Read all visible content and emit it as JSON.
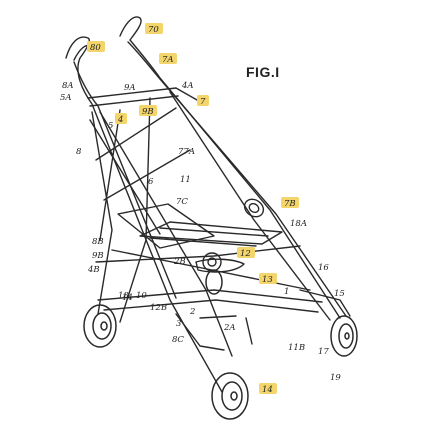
{
  "figure": {
    "title": "FIG.I",
    "colors": {
      "line": "#2a2a2a",
      "highlight": "#f3d56b",
      "label": "#222222"
    },
    "labels": [
      {
        "id": "70",
        "text": "70"
      },
      {
        "id": "80",
        "text": "80"
      },
      {
        "id": "7A",
        "text": "7A"
      },
      {
        "id": "4A",
        "text": "4A"
      },
      {
        "id": "9A",
        "text": "9A"
      },
      {
        "id": "8A",
        "text": "8A"
      },
      {
        "id": "5A",
        "text": "5A"
      },
      {
        "id": "9B",
        "text": "9B"
      },
      {
        "id": "7",
        "text": "7"
      },
      {
        "id": "4",
        "text": "4"
      },
      {
        "id": "5",
        "text": "5"
      },
      {
        "id": "8",
        "text": "8"
      },
      {
        "id": "6",
        "text": "6"
      },
      {
        "id": "77A",
        "text": "77A"
      },
      {
        "id": "11",
        "text": "11"
      },
      {
        "id": "7C",
        "text": "7C"
      },
      {
        "id": "7B",
        "text": "7B"
      },
      {
        "id": "18A",
        "text": "18A"
      },
      {
        "id": "8B",
        "text": "8B"
      },
      {
        "id": "9B2",
        "text": "9B"
      },
      {
        "id": "4B",
        "text": "4B"
      },
      {
        "id": "12",
        "text": "12"
      },
      {
        "id": "13",
        "text": "13"
      },
      {
        "id": "2B",
        "text": "2B"
      },
      {
        "id": "16",
        "text": "16"
      },
      {
        "id": "15",
        "text": "15"
      },
      {
        "id": "1",
        "text": "1"
      },
      {
        "id": "14",
        "text": "14"
      },
      {
        "id": "18",
        "text": "18"
      },
      {
        "id": "10",
        "text": "10"
      },
      {
        "id": "12B",
        "text": "12B"
      },
      {
        "id": "3",
        "text": "3"
      },
      {
        "id": "2",
        "text": "2"
      },
      {
        "id": "8C",
        "text": "8C"
      },
      {
        "id": "2A",
        "text": "2A"
      },
      {
        "id": "17",
        "text": "17"
      },
      {
        "id": "11B",
        "text": "11B"
      },
      {
        "id": "19",
        "text": "19"
      },
      {
        "id": "14b",
        "text": "14"
      }
    ]
  }
}
